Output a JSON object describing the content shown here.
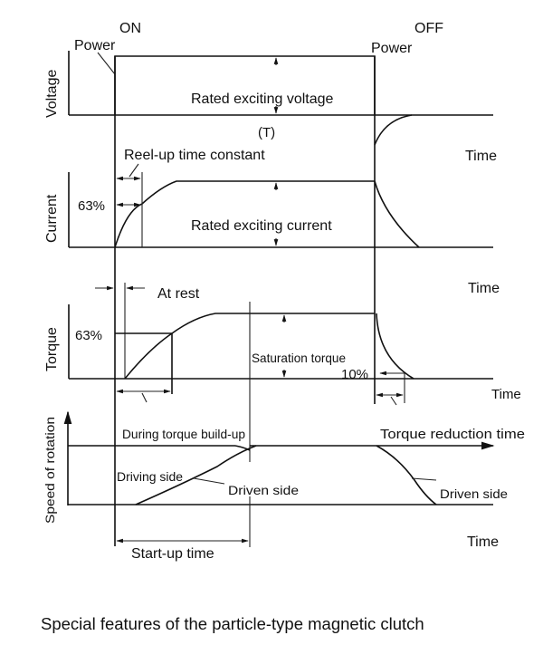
{
  "title": "Special features of the particle-type magnetic clutch",
  "markers": {
    "on": "ON",
    "off": "OFF",
    "power_on": "Power",
    "power_off": "Power"
  },
  "panels": {
    "voltage": {
      "axis_label": "Voltage",
      "level_label": "Rated exciting voltage",
      "period_label": "(T)"
    },
    "current": {
      "axis_label": "Current",
      "time_constant_label": "Reel-up time constant",
      "percent_label": "63%",
      "level_label": "Rated exciting current",
      "time_label": "Time"
    },
    "torque": {
      "axis_label": "Torque",
      "at_rest_label": "At rest",
      "percent_label": "63%",
      "level_label": "Saturation torque",
      "decay_percent_label": "10%",
      "time_label_top": "Time",
      "time_label": "Time"
    },
    "speed": {
      "axis_label": "Speed of rotation",
      "build_up_label": "During torque build-up",
      "driving_side_label": "Driving side",
      "driven_side_label": "Driven side",
      "reduction_label": "Torque reduction time",
      "driven_side_off_label": "Driven side",
      "startup_label": "Start-up time",
      "time_label": "Time"
    }
  }
}
